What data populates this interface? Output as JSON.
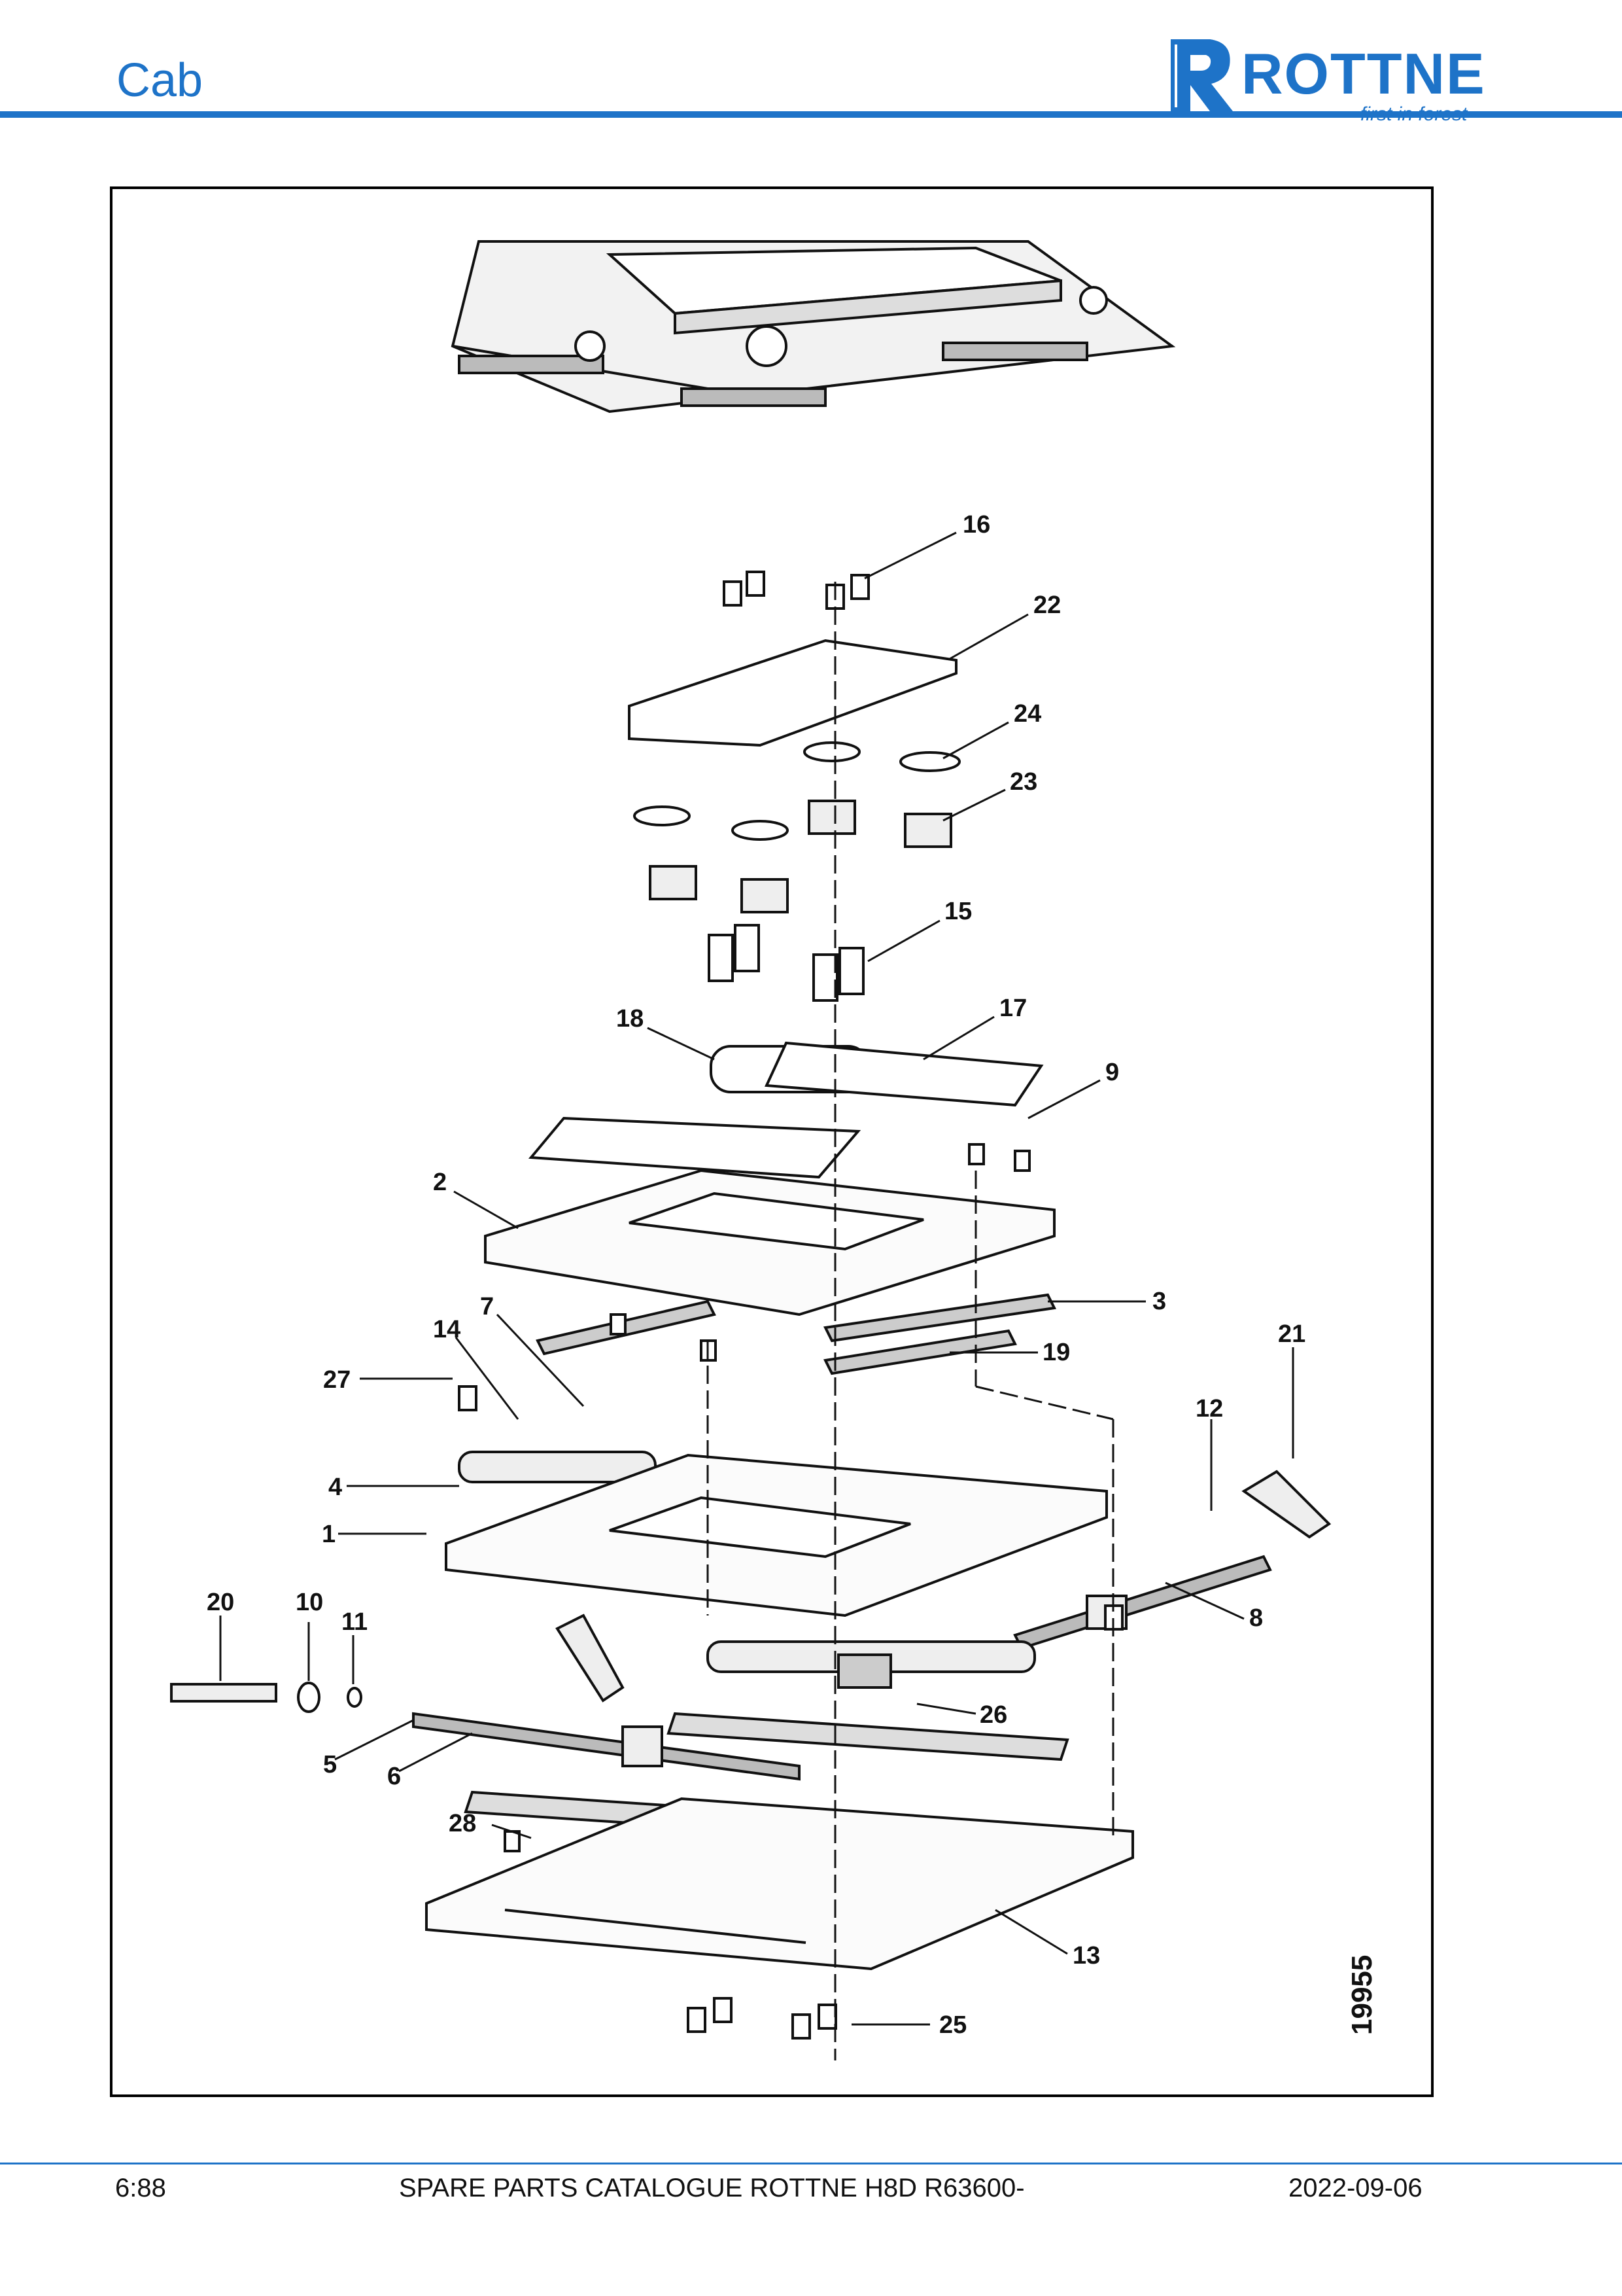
{
  "header": {
    "section_title": "Cab",
    "brand": "ROTTNE",
    "tagline": "first in forest",
    "accent_color": "#1e73c8"
  },
  "figure": {
    "drawing_number": "19955",
    "callouts": [
      "16",
      "22",
      "24",
      "23",
      "15",
      "17",
      "18",
      "9",
      "2",
      "3",
      "7",
      "14",
      "19",
      "21",
      "27",
      "12",
      "4",
      "1",
      "8",
      "20",
      "10",
      "11",
      "26",
      "5",
      "6",
      "28",
      "13",
      "25"
    ]
  },
  "footer": {
    "page": "6:88",
    "catalogue": "SPARE PARTS CATALOGUE ROTTNE H8D R63600-",
    "date": "2022-09-06"
  }
}
